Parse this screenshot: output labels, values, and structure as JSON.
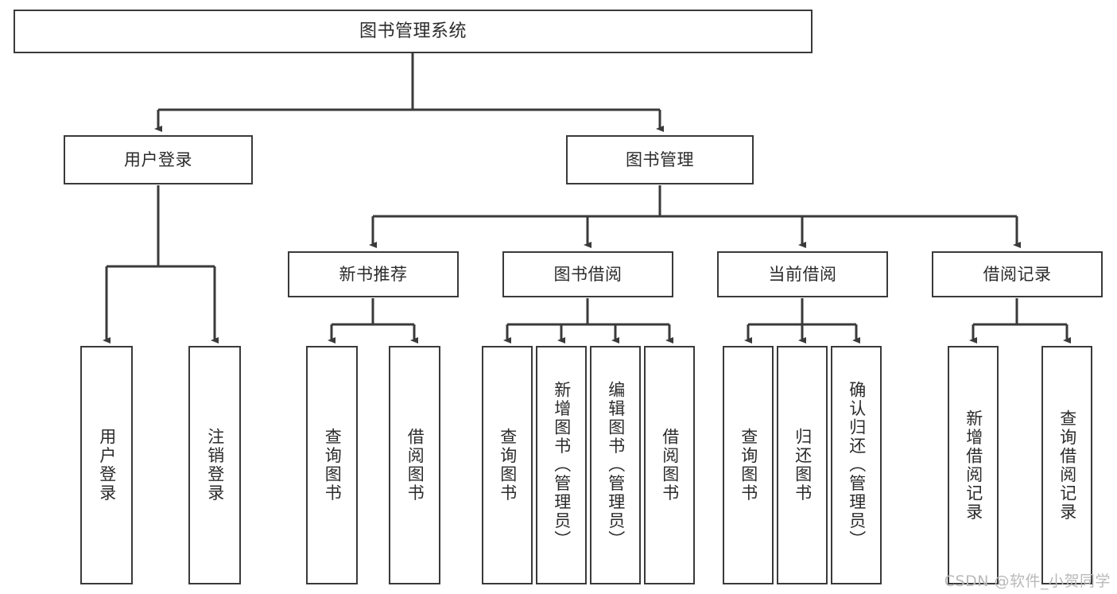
{
  "diagram": {
    "title": "图书管理系统",
    "type": "tree",
    "stroke_color": "#3a3a3a",
    "text_color": "#2b2b2b",
    "background_color": "#ffffff",
    "root": {
      "id": "root",
      "label": "图书管理系统"
    },
    "level2": [
      {
        "id": "user-login",
        "label": "用户登录"
      },
      {
        "id": "book-manage",
        "label": "图书管理"
      }
    ],
    "level3": [
      {
        "id": "new-book-recommend",
        "label": "新书推荐",
        "parent": "book-manage"
      },
      {
        "id": "book-borrow",
        "label": "图书借阅",
        "parent": "book-manage"
      },
      {
        "id": "current-borrow",
        "label": "当前借阅",
        "parent": "book-manage"
      },
      {
        "id": "borrow-record",
        "label": "借阅记录",
        "parent": "book-manage"
      }
    ],
    "leaves": [
      {
        "id": "leaf-user-login",
        "label": "用户登录",
        "parent": "user-login"
      },
      {
        "id": "leaf-logout-login",
        "label": "注销登录",
        "parent": "user-login"
      },
      {
        "id": "leaf-query-book-rec",
        "label": "查询图书",
        "parent": "new-book-recommend"
      },
      {
        "id": "leaf-borrow-book-rec",
        "label": "借阅图书",
        "parent": "new-book-recommend"
      },
      {
        "id": "leaf-query-book-borrow",
        "label": "查询图书",
        "parent": "book-borrow"
      },
      {
        "id": "leaf-add-book",
        "label": "新增图书（管理员）",
        "parent": "book-borrow"
      },
      {
        "id": "leaf-edit-book",
        "label": "编辑图书（管理员）",
        "parent": "book-borrow"
      },
      {
        "id": "leaf-borrow-book",
        "label": "借阅图书",
        "parent": "book-borrow"
      },
      {
        "id": "leaf-query-book-current",
        "label": "查询图书",
        "parent": "current-borrow"
      },
      {
        "id": "leaf-return-book",
        "label": "归还图书",
        "parent": "current-borrow"
      },
      {
        "id": "leaf-confirm-return",
        "label": "确认归还（管理员）",
        "parent": "current-borrow"
      },
      {
        "id": "leaf-add-record",
        "label": "新增借阅记录",
        "parent": "borrow-record"
      },
      {
        "id": "leaf-query-record",
        "label": "查询借阅记录",
        "parent": "borrow-record"
      }
    ]
  },
  "watermark": {
    "text": "CSDN @软件_小贺同学"
  }
}
